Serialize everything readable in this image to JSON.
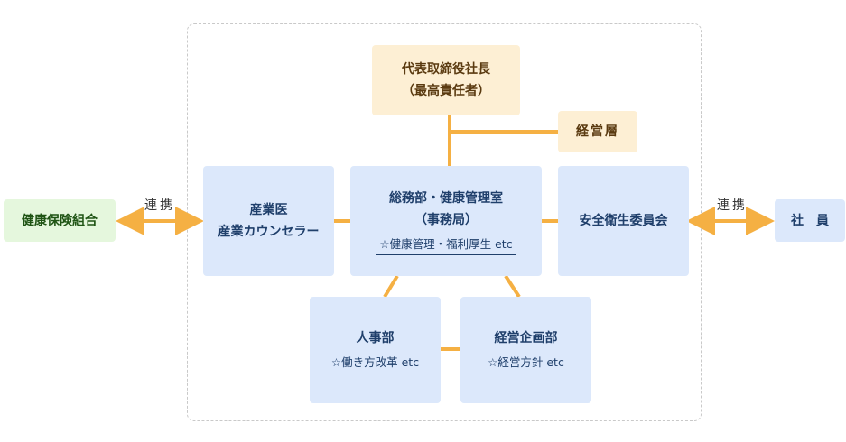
{
  "nodes": {
    "ceo": {
      "line1": "代表取締役社長",
      "line2": "（最高責任者）"
    },
    "management": {
      "label": "経営層"
    },
    "doctor": {
      "line1": "産業医",
      "line2": "産業カウンセラー"
    },
    "general_affairs": {
      "line1": "総務部・健康管理室",
      "line2": "（事務局）",
      "sub": "☆健康管理・福利厚生 etc"
    },
    "safety_committee": {
      "label": "安全衛生委員会"
    },
    "hr": {
      "line1": "人事部",
      "sub": "☆働き方改革 etc"
    },
    "planning": {
      "line1": "経営企画部",
      "sub": "☆経営方針 etc"
    },
    "insurance": {
      "label": "健康保険組合"
    },
    "employees": {
      "label": "社　員"
    }
  },
  "links": {
    "left_label": "連携",
    "right_label": "連携"
  },
  "colors": {
    "connector": "#f5b043",
    "blue_box": "#dce8fb",
    "orange_box": "#fdefd4",
    "green_box": "#e5f7dd"
  }
}
